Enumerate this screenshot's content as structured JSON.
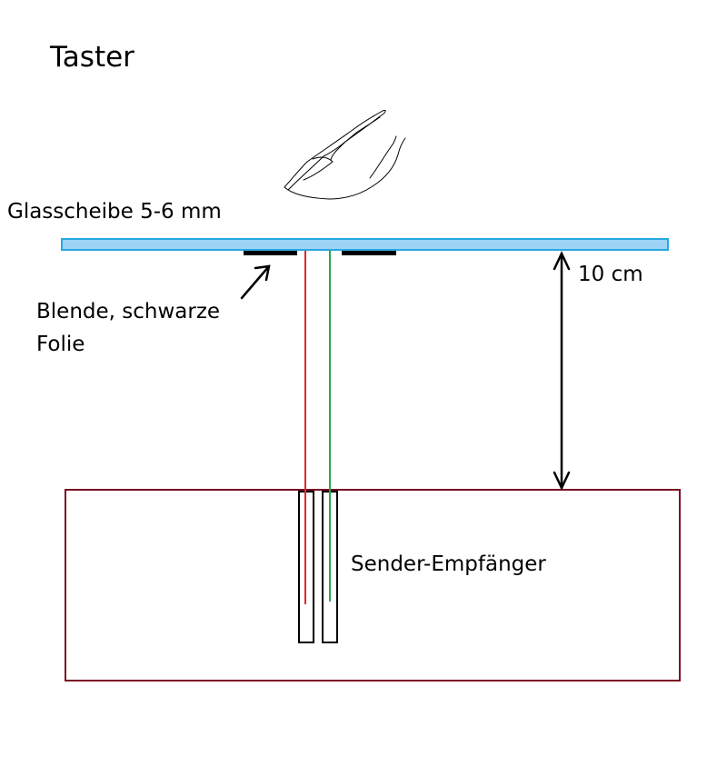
{
  "title": "Taster",
  "labels": {
    "glass": "Glasscheibe 5-6 mm",
    "distance": "10 cm",
    "blende_line1": "Blende, schwarze",
    "blende_line2": "Folie",
    "sensor": "Sender-Empfänger"
  },
  "colors": {
    "glass_fill": "#9dd3f5",
    "glass_stroke": "#2aa8e0",
    "housing_stroke": "#7a0f23",
    "beam_send": "#e0282e",
    "beam_receive": "#2aa84a",
    "foil": "#000000"
  },
  "icons": [
    "finger-sketch-icon"
  ]
}
